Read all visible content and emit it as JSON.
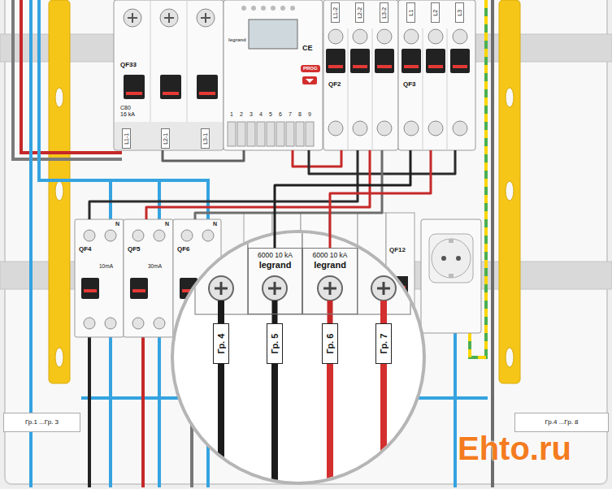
{
  "diagram": {
    "nodes": [
      {
        "text": [
          "QF33",
          "C80",
          "16 kA"
        ]
      },
      {
        "text": [
          "legrand",
          "CE",
          "PROG"
        ]
      },
      {
        "text": [
          "QF2"
        ]
      },
      {
        "text": [
          "QF3"
        ]
      },
      {
        "text": [
          "QF4",
          "10mA"
        ]
      },
      {
        "text": [
          "QF5",
          "30mA"
        ]
      },
      {
        "text": [
          "QF6"
        ]
      },
      {
        "text": [
          "6000 10 kA",
          "legrand"
        ]
      },
      {
        "text": [
          "6000 10 kA",
          "legrand"
        ]
      },
      {
        "text": [
          "Гр. 4"
        ]
      },
      {
        "text": [
          "Гр. 5"
        ]
      },
      {
        "text": [
          "Гр. 6"
        ]
      },
      {
        "text": [
          "Гр. 7"
        ]
      },
      {
        "text": [
          "Гр.1 ...Гр. 3"
        ]
      },
      {
        "text": [
          "Гр.4 ...Гр. 8"
        ]
      }
    ],
    "edges": [
      {
        "from": 0,
        "to": 1,
        "arrow": "none"
      },
      {
        "from": 1,
        "to": 2,
        "arrow": "none"
      },
      {
        "from": 1,
        "to": 3,
        "arrow": "none"
      },
      {
        "from": 2,
        "to": 4,
        "arrow": "none"
      },
      {
        "from": 2,
        "to": 5,
        "arrow": "none"
      },
      {
        "from": 2,
        "to": 6,
        "arrow": "none"
      },
      {
        "from": 3,
        "to": 7,
        "arrow": "none"
      },
      {
        "from": 3,
        "to": 8,
        "arrow": "none"
      },
      {
        "from": 7,
        "to": 10,
        "arrow": "none"
      },
      {
        "from": 8,
        "to": 11,
        "arrow": "none"
      }
    ],
    "labels": [
      "L1-1",
      "L2-1",
      "L3-1",
      "L1-2",
      "L2-2",
      "L3-2",
      "L1",
      "L2",
      "L3",
      "1",
      "2",
      "3",
      "4",
      "5",
      "6",
      "7",
      "8",
      "9",
      "N",
      "N",
      "N",
      "QF12",
      "Ehto.ru"
    ]
  }
}
